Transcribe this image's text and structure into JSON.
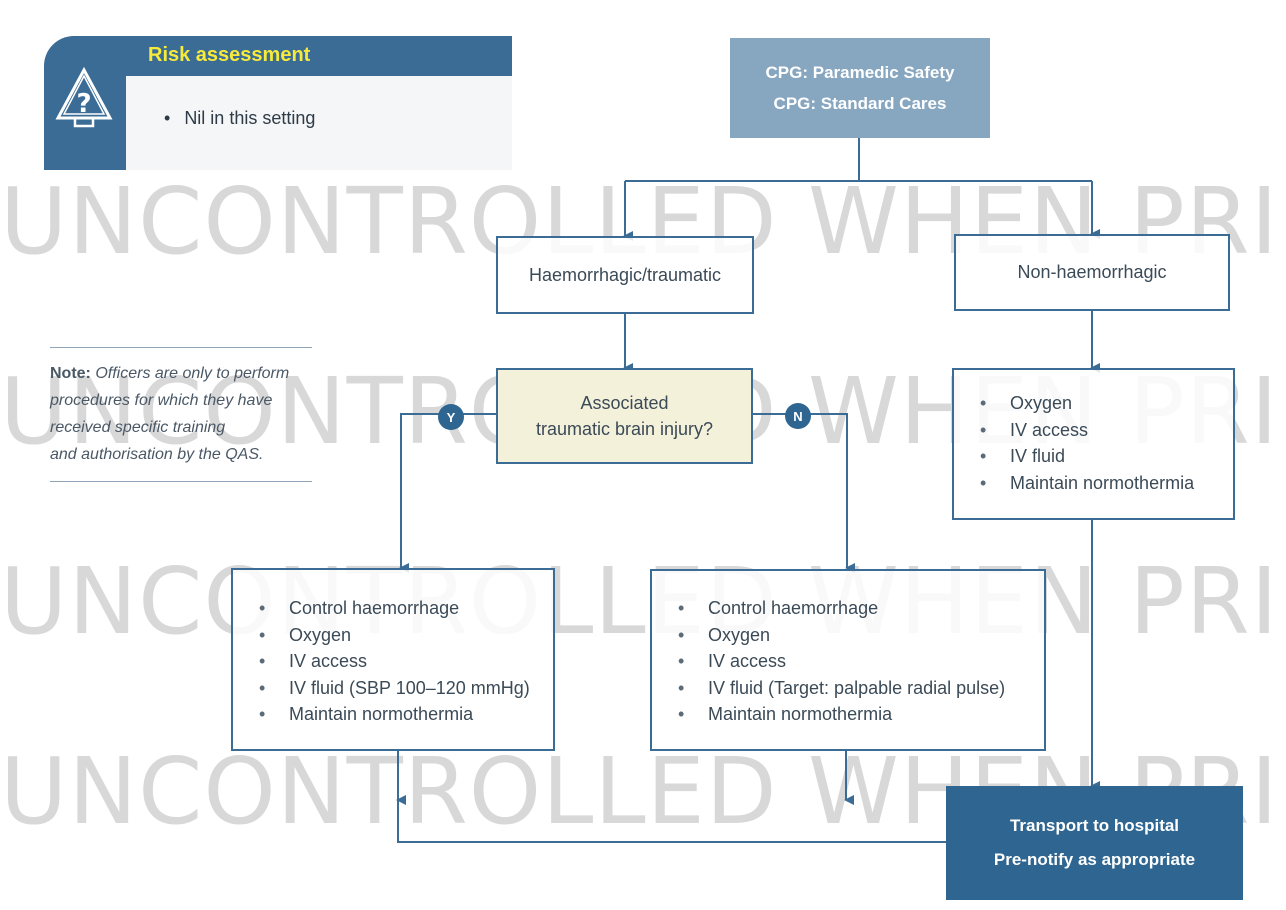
{
  "watermark": "UNCONTROLLED WHEN PRINTED",
  "risk_assessment": {
    "title": "Risk assessment",
    "items": [
      "Nil in this setting"
    ]
  },
  "note": {
    "label": "Note:",
    "text_lines": [
      "Officers are only to perform",
      "procedures for which they have",
      "received specific training",
      "and authorisation by the QAS."
    ]
  },
  "cpg": {
    "line1": "CPG: Paramedic Safety",
    "line2": "CPG: Standard Cares"
  },
  "haemorrhagic": {
    "label": "Haemorrhagic/traumatic"
  },
  "non_haemorrhagic": {
    "label": "Non-haemorrhagic"
  },
  "tbi_question": {
    "line1": "Associated",
    "line2": "traumatic brain injury?"
  },
  "branch_labels": {
    "yes": "Y",
    "no": "N"
  },
  "yes_actions": [
    "Control haemorrhage",
    "Oxygen",
    "IV access",
    "IV fluid (SBP 100–120 mmHg)",
    "Maintain normothermia"
  ],
  "no_actions": [
    "Control haemorrhage",
    "Oxygen",
    "IV access",
    "IV fluid (Target: palpable radial pulse)",
    "Maintain normothermia"
  ],
  "non_haem_actions": [
    "Oxygen",
    "IV access",
    "IV fluid",
    "Maintain normothermia"
  ],
  "transport": {
    "line1": "Transport to hospital",
    "line2": "Pre-notify as appropriate"
  },
  "colors": {
    "primary": "#3a6c96",
    "dark_primary": "#2f6691",
    "cpg_fill": "#87a6c0",
    "accent_yellow": "#f7ea3a",
    "question_fill": "#f4f1db"
  }
}
